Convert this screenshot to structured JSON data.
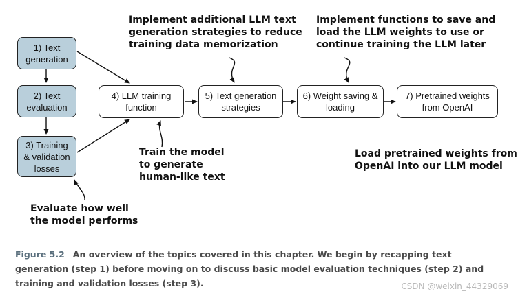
{
  "steps": [
    {
      "label": "1) Text\ngeneration",
      "fill": "#b9cfdb"
    },
    {
      "label": "2) Text\nevaluation",
      "fill": "#b9cfdb"
    },
    {
      "label": "3) Training\n& validation\nlosses",
      "fill": "#b9cfdb"
    },
    {
      "label": "4) LLM training\nfunction",
      "fill": "#ffffff"
    },
    {
      "label": "5) Text generation\nstrategies",
      "fill": "#ffffff"
    },
    {
      "label": "6) Weight saving &\nloading",
      "fill": "#ffffff"
    },
    {
      "label": "7) Pretrained weights\nfrom OpenAI",
      "fill": "#ffffff"
    }
  ],
  "notes": {
    "strategies": "Implement additional LLM text\ngeneration strategies to reduce\ntraining data memorization",
    "weights": "Implement functions to save and\nload the LLM weights to use or\ncontinue training the LLM later",
    "training": "Train the model\nto generate\nhuman-like text",
    "openai": "Load pretrained weights from\nOpenAI into our LLM model",
    "evaluate": "Evaluate how well\nthe model performs"
  },
  "caption": {
    "label": "Figure 5.2",
    "text": "An overview of the topics covered in this chapter. We begin by recapping text generation (step 1) before moving on to discuss basic model evaluation techniques (step 2) and training and validation losses (step 3)."
  },
  "watermark": "CSDN @weixin_44329069"
}
